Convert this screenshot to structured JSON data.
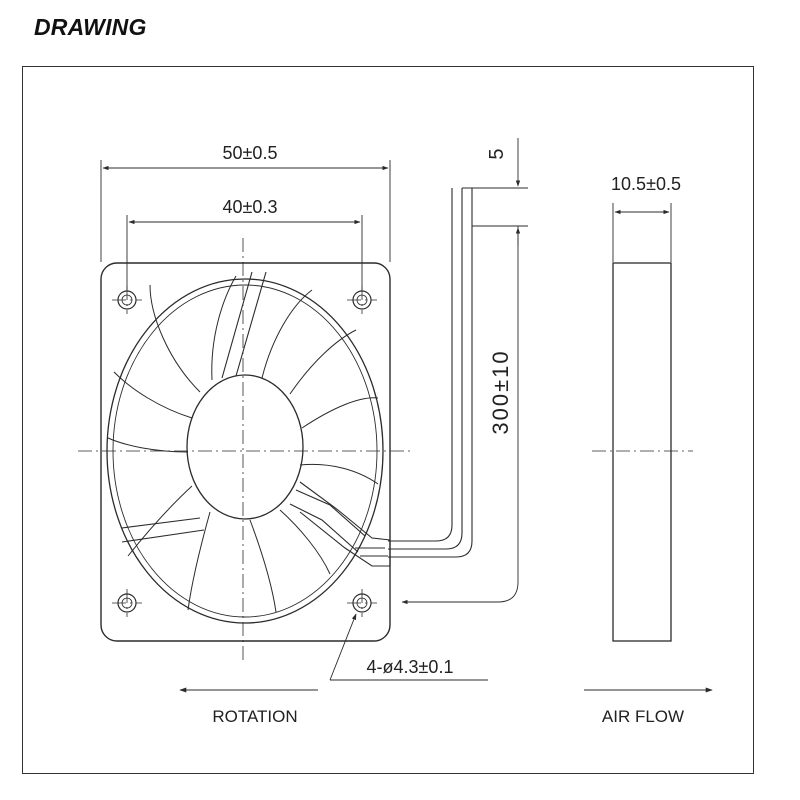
{
  "heading": "DRAWING",
  "dimensions": {
    "overall_width": "50±0.5",
    "hole_spacing": "40±0.3",
    "lead_separation": "5",
    "lead_length": "300±10",
    "thickness": "10.5±0.5",
    "mounting_holes": "4-ø4.3±0.1"
  },
  "labels": {
    "rotation": "ROTATION",
    "air_flow": "AIR FLOW"
  },
  "colors": {
    "line": "#2b2b2b",
    "text": "#222222"
  }
}
